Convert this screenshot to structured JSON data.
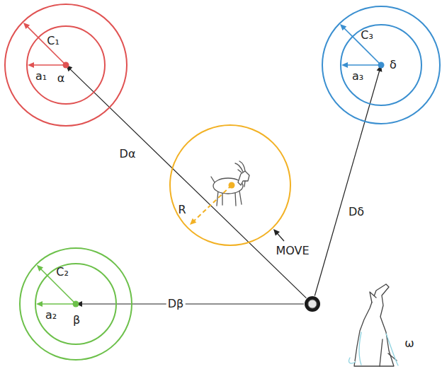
{
  "diagram": {
    "nodes": [
      {
        "text": [
          "C₁",
          "a₁",
          "α"
        ]
      },
      {
        "text": [
          "C₃",
          "a₃",
          "δ"
        ]
      },
      {
        "text": [
          "R"
        ]
      },
      {
        "text": [
          "C₂",
          "a₂",
          "β"
        ]
      }
    ],
    "labels": [
      "Dα",
      "Dδ",
      "MOVE",
      "Dβ",
      "ω"
    ]
  }
}
